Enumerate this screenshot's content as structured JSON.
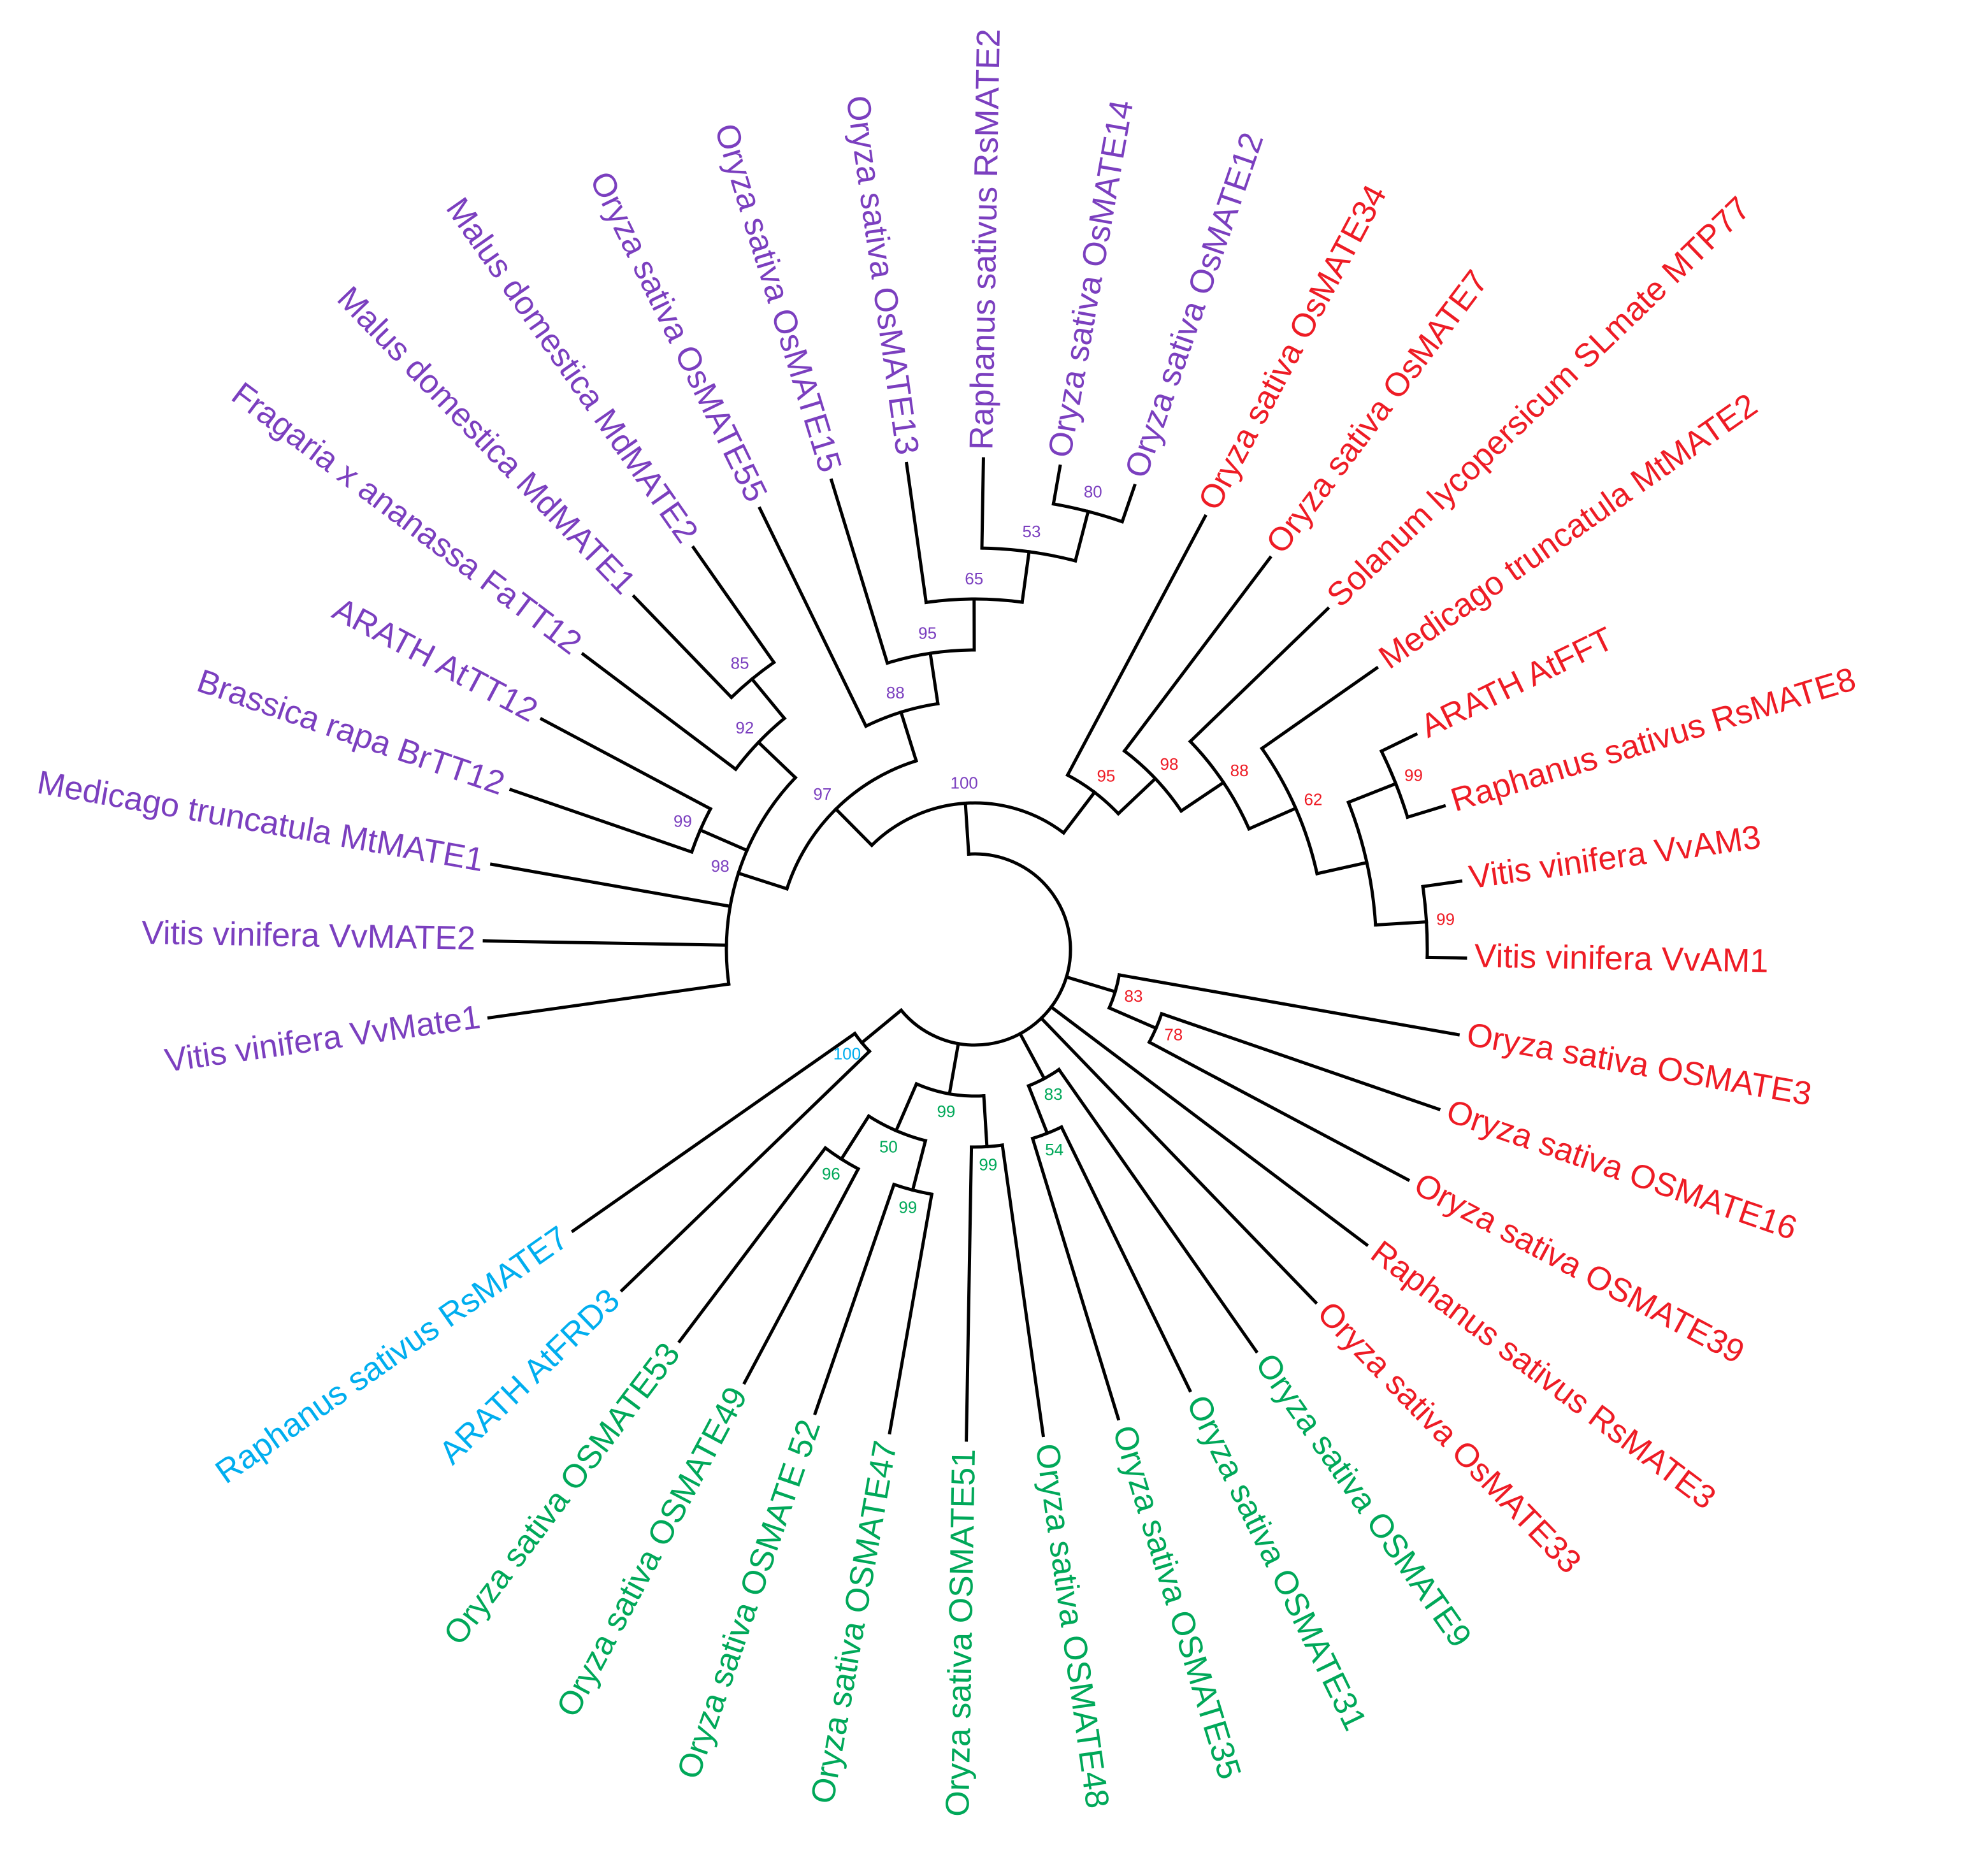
{
  "colors": {
    "green": "#00a859",
    "blue": "#00aeef",
    "purple": "#7b3fbf",
    "red": "#ee1c25",
    "branch": "#000000"
  },
  "tree": {
    "name": "root",
    "children": [
      {
        "bs": "100",
        "bsColor": "purple",
        "children": [
          {
            "bs": "97",
            "bsColor": "purple",
            "children": [
              {
                "bs": "98",
                "bsColor": "purple",
                "children": [
                  {
                    "label": "Vitis vinifera VvMate1",
                    "color": "purple"
                  },
                  {
                    "label": "Vitis vinifera VvMATE2",
                    "color": "purple"
                  },
                  {
                    "label": "Medicago truncatula MtMATE1",
                    "color": "purple"
                  },
                  {
                    "bs": "99",
                    "bsColor": "purple",
                    "children": [
                      {
                        "label": "Brassica rapa BrTT12",
                        "color": "purple"
                      },
                      {
                        "label": "ARATH AtTT12",
                        "color": "purple"
                      }
                    ]
                  },
                  {
                    "bs": "92",
                    "bsColor": "purple",
                    "children": [
                      {
                        "label": "Fragaria x ananassa FaTT12",
                        "color": "purple"
                      },
                      {
                        "bs": "85",
                        "bsColor": "purple",
                        "children": [
                          {
                            "label": "Malus domestica MdMATE1",
                            "color": "purple"
                          },
                          {
                            "label": "Malus domestica MdMATE2",
                            "color": "purple"
                          }
                        ]
                      }
                    ]
                  }
                ]
              },
              {
                "bs": "88",
                "bsColor": "purple",
                "children": [
                  {
                    "label": "Oryza sativa OsMATE55",
                    "color": "purple"
                  },
                  {
                    "bs": "95",
                    "bsColor": "purple",
                    "children": [
                      {
                        "label": "Oryza sativa OsMATE15",
                        "color": "purple"
                      },
                      {
                        "bs": "65",
                        "bsColor": "purple",
                        "children": [
                          {
                            "label": "Oryza sativa OsMATE13",
                            "color": "purple"
                          },
                          {
                            "bs": "53",
                            "bsColor": "purple",
                            "children": [
                              {
                                "label": "Raphanus sativus RsMATE2",
                                "color": "purple"
                              },
                              {
                                "bs": "80",
                                "bsColor": "purple",
                                "children": [
                                  {
                                    "label": "Oryza sativa OsMATE14",
                                    "color": "purple"
                                  },
                                  {
                                    "label": "Oryza sativa OsMATE12",
                                    "color": "purple"
                                  }
                                ]
                              }
                            ]
                          }
                        ]
                      }
                    ]
                  }
                ]
              }
            ]
          },
          {
            "bs": "95",
            "bsColor": "red",
            "children": [
              {
                "label": "Oryza sativa OsMATE34",
                "color": "red"
              },
              {
                "bs": "98",
                "bsColor": "red",
                "children": [
                  {
                    "label": "Oryza sativa OsMATE7",
                    "color": "red"
                  },
                  {
                    "bs": "88",
                    "bsColor": "red",
                    "children": [
                      {
                        "label": "Solanum lycopersicum SLmate MTP77",
                        "color": "red"
                      },
                      {
                        "bs": "62",
                        "bsColor": "red",
                        "children": [
                          {
                            "label": "Medicago truncatula MtMATE2",
                            "color": "red"
                          },
                          {
                            "children": [
                              {
                                "bs": "99",
                                "bsColor": "red",
                                "children": [
                                  {
                                    "label": "ARATH AtFFT",
                                    "color": "red"
                                  },
                                  {
                                    "label": "Raphanus sativus RsMATE8",
                                    "color": "red"
                                  }
                                ]
                              },
                              {
                                "bs": "99",
                                "bsColor": "red",
                                "children": [
                                  {
                                    "label": "Vitis vinifera VvAM3",
                                    "color": "red"
                                  },
                                  {
                                    "label": "Vitis vinifera VvAM1",
                                    "color": "red"
                                  }
                                ]
                              }
                            ]
                          }
                        ]
                      }
                    ]
                  }
                ]
              }
            ]
          }
        ]
      },
      {
        "bs": "83",
        "bsColor": "red",
        "children": [
          {
            "label": "Oryza sativa OSMATE3",
            "color": "red"
          },
          {
            "bs": "78",
            "bsColor": "red",
            "children": [
              {
                "label": "Oryza sativa OSMATE16",
                "color": "red"
              },
              {
                "label": "Oryza sativa OSMATE39",
                "color": "red"
              }
            ]
          }
        ]
      },
      {
        "label": "Raphanus sativus RsMATE3",
        "color": "red"
      },
      {
        "label": "Oryza sativa OsMATE33",
        "color": "red"
      },
      {
        "bs": "83",
        "bsColor": "green",
        "children": [
          {
            "label": "Oryza sativa OSMATE9",
            "color": "green"
          },
          {
            "bs": "54",
            "bsColor": "green",
            "children": [
              {
                "label": "Oryza sativa OSMATE31",
                "color": "green"
              },
              {
                "label": "Oryza sativa OSMATE35",
                "color": "green"
              }
            ]
          }
        ]
      },
      {
        "bs": "99",
        "bsColor": "green",
        "children": [
          {
            "bs": "99",
            "bsColor": "green",
            "children": [
              {
                "label": "Oryza sativa OSMATE48",
                "color": "green"
              },
              {
                "label": "Oryza sativa OSMATE51",
                "color": "green"
              }
            ]
          },
          {
            "bs": "50",
            "bsColor": "green",
            "children": [
              {
                "bs": "99",
                "bsColor": "green",
                "children": [
                  {
                    "label": "Oryza sativa OSMATE47",
                    "color": "green"
                  },
                  {
                    "label": "Oryza sativa OSMATE 52",
                    "color": "green"
                  }
                ]
              },
              {
                "bs": "96",
                "bsColor": "green",
                "children": [
                  {
                    "label": "Oryza sativa OSMATE49",
                    "color": "green"
                  },
                  {
                    "label": "Oryza sativa OSMATE53",
                    "color": "green"
                  }
                ]
              }
            ]
          }
        ]
      },
      {
        "bs": "100",
        "bsColor": "blue",
        "children": [
          {
            "label": "ARATH AtFRD3",
            "color": "blue"
          },
          {
            "label": "Raphanus sativus RsMATE7",
            "color": "blue"
          }
        ]
      }
    ]
  }
}
